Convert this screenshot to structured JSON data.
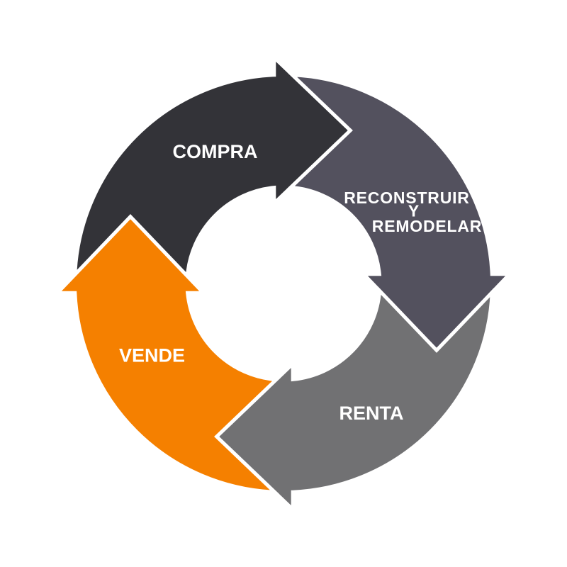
{
  "diagram": {
    "layout": "circular-cycle",
    "flow_direction": "clockwise",
    "background_color": "#ffffff",
    "separator_color": "#ffffff",
    "label_color": "#ffffff",
    "steps": [
      {
        "label_lines": [
          "COMPRA"
        ],
        "color": "#333338"
      },
      {
        "label_lines": [
          "RECONSTRUIR",
          "Y",
          "REMODELAR"
        ],
        "color": "#53515e"
      },
      {
        "label_lines": [
          "RENTA"
        ],
        "color": "#717173"
      },
      {
        "label_lines": [
          "VENDE"
        ],
        "color": "#f58000"
      }
    ]
  }
}
